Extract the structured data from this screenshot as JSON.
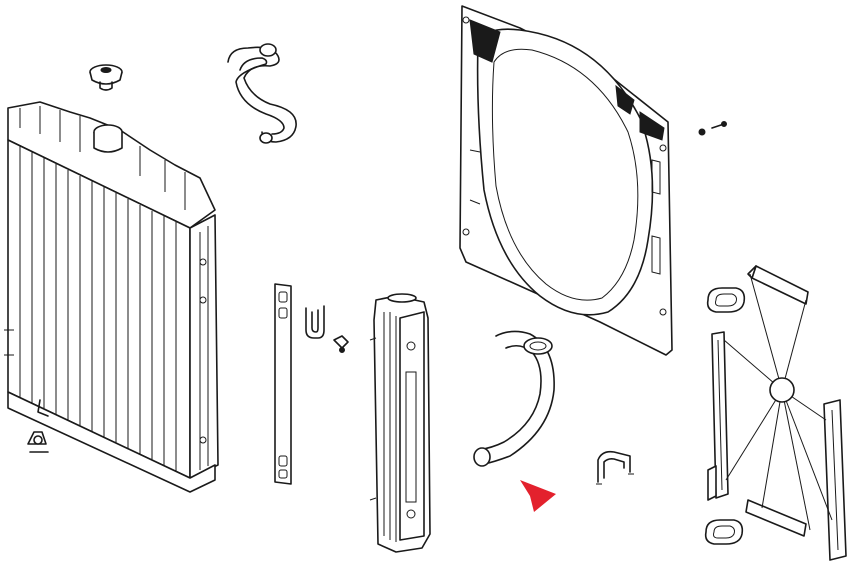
{
  "colors": {
    "line": "#1a1a1a",
    "background": "#ffffff",
    "pointer": "#e3212d"
  },
  "parts": [
    {
      "name": "radiator-core",
      "icon": "radiator-icon"
    },
    {
      "name": "radiator-cap",
      "icon": "cap-icon"
    },
    {
      "name": "upper-hose",
      "icon": "hose-icon"
    },
    {
      "name": "fan-shroud",
      "icon": "shroud-icon"
    },
    {
      "name": "small-screws",
      "icon": "screw-icon"
    },
    {
      "name": "mounting-strap",
      "icon": "strap-icon"
    },
    {
      "name": "u-clip",
      "icon": "clip-icon"
    },
    {
      "name": "drain-bolt",
      "icon": "bolt-icon"
    },
    {
      "name": "side-tank",
      "icon": "tank-icon"
    },
    {
      "name": "lower-hose",
      "icon": "hose-icon"
    },
    {
      "name": "u-bracket",
      "icon": "bracket-icon"
    },
    {
      "name": "rubber-grommets",
      "icon": "grommet-icon"
    },
    {
      "name": "fan-guard-frame",
      "icon": "fan-guard-icon"
    },
    {
      "name": "red-pointer",
      "icon": "arrow-icon"
    }
  ]
}
